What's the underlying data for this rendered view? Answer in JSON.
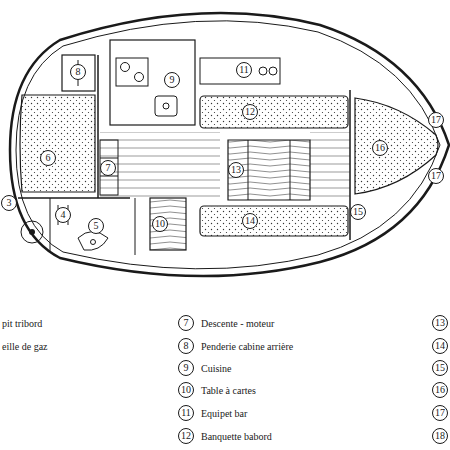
{
  "diagram": {
    "nodes": [
      {
        "text": [
          "8"
        ]
      },
      {
        "text": [
          "9"
        ]
      },
      {
        "text": [
          "11"
        ]
      },
      {
        "text": [
          "12"
        ]
      },
      {
        "text": [
          "6"
        ]
      },
      {
        "text": [
          "7"
        ]
      },
      {
        "text": [
          "13"
        ]
      },
      {
        "text": [
          "17"
        ]
      },
      {
        "text": [
          "16"
        ]
      },
      {
        "text": [
          "3"
        ]
      },
      {
        "text": [
          "4"
        ]
      },
      {
        "text": [
          "10"
        ]
      },
      {
        "text": [
          "14"
        ]
      },
      {
        "text": [
          "15"
        ]
      },
      {
        "text": [
          "17"
        ]
      },
      {
        "text": [
          "5"
        ]
      },
      {
        "text": [
          "7"
        ]
      },
      {
        "text": [
          "8"
        ]
      },
      {
        "text": [
          "9"
        ]
      },
      {
        "text": [
          "10"
        ]
      },
      {
        "text": [
          "11"
        ]
      },
      {
        "text": [
          "12"
        ]
      },
      {
        "text": [
          "13"
        ]
      },
      {
        "text": [
          "14"
        ]
      },
      {
        "text": [
          "15"
        ]
      },
      {
        "text": [
          "16"
        ]
      },
      {
        "text": [
          "17"
        ]
      },
      {
        "text": [
          "18"
        ]
      }
    ],
    "labels": [
      "pit tribord",
      "eille de gaz",
      "Descente - moteur",
      "Penderie cabine arrière",
      "Cuisine",
      "Table à cartes",
      "Equipet bar",
      "Banquette babord"
    ]
  }
}
